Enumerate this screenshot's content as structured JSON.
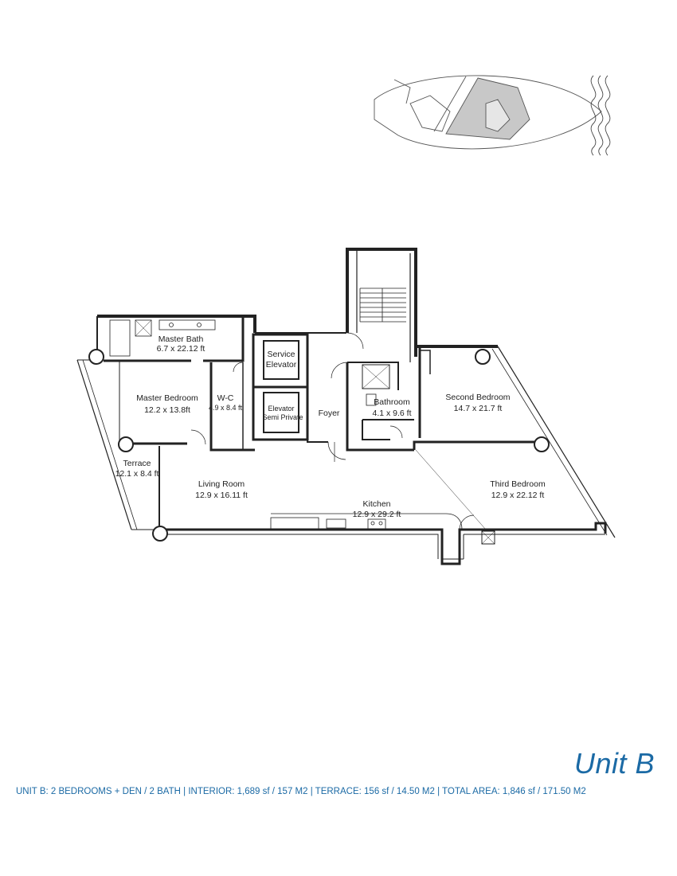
{
  "rooms": {
    "master_bath": {
      "name": "Master Bath",
      "dim": "6.7 x 22.12 ft"
    },
    "master_bedroom": {
      "name": "Master Bedroom",
      "dim": "12.2 x 13.8ft"
    },
    "wc": {
      "name": "W-C",
      "dim": "4.9 x 8.4 ft"
    },
    "service_elevator": {
      "line1": "Service",
      "line2": "Elevator"
    },
    "elevator_semi_private": {
      "line1": "Elevator",
      "line2": "Semi Private"
    },
    "foyer": {
      "name": "Foyer"
    },
    "bathroom": {
      "name": "Bathroom",
      "dim": "4.1 x 9.6 ft"
    },
    "second_bedroom": {
      "name": "Second Bedroom",
      "dim": "14.7 x 21.7 ft"
    },
    "terrace": {
      "name": "Terrace",
      "dim": "12.1 x 8.4 ft"
    },
    "living_room": {
      "name": "Living Room",
      "dim": "12.9 x 16.11 ft"
    },
    "kitchen": {
      "name": "Kitchen",
      "dim": "12.9 x 29.2 ft"
    },
    "third_bedroom": {
      "name": "Third Bedroom",
      "dim": "12.9 x 22.12 ft"
    }
  },
  "unit": {
    "title": "Unit B",
    "summary": "UNIT B: 2 BEDROOMS + DEN / 2 BATH | INTERIOR: 1,689 sf / 157 M2 | TERRACE: 156 sf / 14.50 M2 | TOTAL AREA: 1,846 sf / 171.50 M2"
  },
  "colors": {
    "wall": "#222222",
    "accent": "#1b6aa5",
    "key_highlight": "#c8c8c8"
  }
}
